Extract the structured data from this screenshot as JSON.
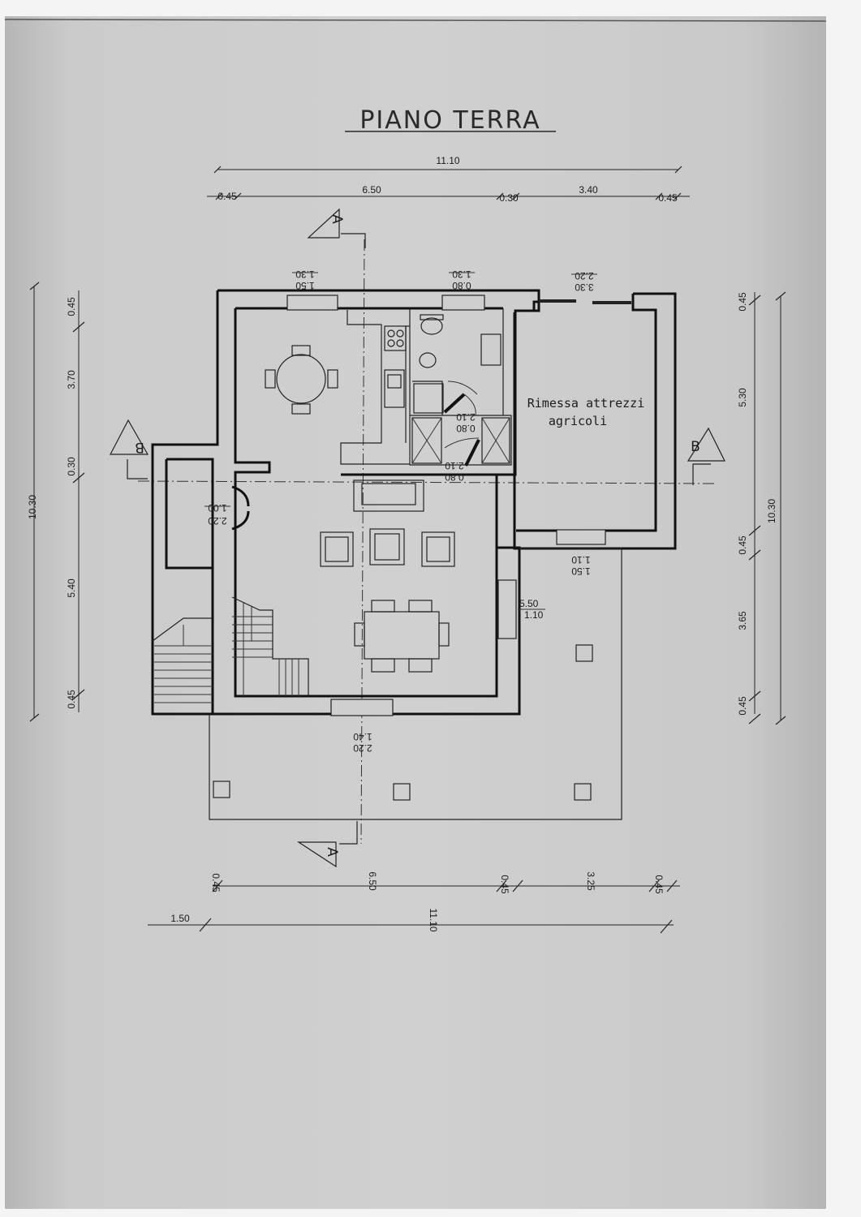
{
  "title": "PIANO TERRA",
  "room_label_line1": "Rimessa attrezzi",
  "room_label_line2": "agricoli",
  "section_markers": {
    "a_top": "A",
    "a_bottom": "A",
    "b_left": "B",
    "b_right": "B"
  },
  "dimensions": {
    "top_overall": "11.10",
    "top_left_margin": "0.45",
    "top_main": "6.50",
    "top_mid": "0.30",
    "top_right_room": "3.40",
    "top_right_margin": "0.45",
    "left_overall": "10.30",
    "left_top": "0.45",
    "left_3": "3.70",
    "left_mid": "0.30",
    "left_5": "5.40",
    "left_bottom": "0.45",
    "right_top": "0.45",
    "right_room": "5.30",
    "right_overall": "10.30",
    "right_mid": "0.45",
    "right_lower": "3.65",
    "right_bottom": "0.45",
    "bottom_left_margin": "0.45",
    "bottom_main": "6.50",
    "bottom_mid": "0.45",
    "bottom_right": "3.25",
    "bottom_right_margin": "0.45",
    "bottom_extension": "1.50",
    "bottom_overall": "11.10"
  },
  "window_tags": {
    "w1_a": "1.30",
    "w1_b": "1.50",
    "w2_a": "1.30",
    "w2_b": "0.80",
    "w3_a": "2.20",
    "w3_b": "3.30",
    "door_bath_a": "2.10",
    "door_bath_b": "0.80",
    "door_store_a": "2.10",
    "door_store_b": "0.80",
    "entry_a": "1.00",
    "entry_b": "2.20",
    "w4_a": "1.10",
    "w4_b": "1.50",
    "w5_a": "5.50",
    "w5_b": "1.10",
    "w6_a": "1.40",
    "w6_b": "2.20"
  }
}
